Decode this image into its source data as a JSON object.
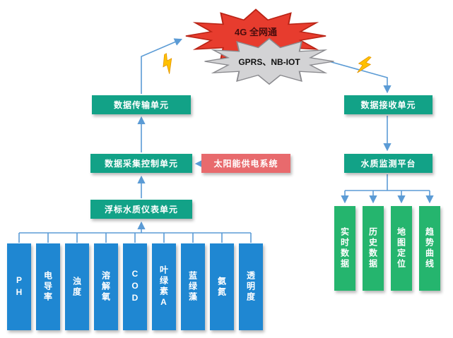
{
  "bursts": {
    "network_4g": {
      "label": "4G 全网通"
    },
    "gprs": {
      "label": "GPRS、NB-IOT"
    }
  },
  "nodes": {
    "transmission": {
      "label": "数据传输单元"
    },
    "receiving": {
      "label": "数据接收单元"
    },
    "acquisition": {
      "label": "数据采集控制单元"
    },
    "solar": {
      "label": "太阳能供电系统"
    },
    "buoy": {
      "label": "浮标水质仪表单元"
    },
    "platform": {
      "label": "水质监测平台"
    }
  },
  "sensors": [
    {
      "label": "PH"
    },
    {
      "label": "电导率"
    },
    {
      "label": "浊度"
    },
    {
      "label": "溶解氧"
    },
    {
      "label": "COD"
    },
    {
      "label": "叶绿素A"
    },
    {
      "label": "蓝绿藻"
    },
    {
      "label": "氨氮"
    },
    {
      "label": "透明度"
    }
  ],
  "platform_modules": [
    {
      "label": "实时数据"
    },
    {
      "label": "历史数据"
    },
    {
      "label": "地图定位"
    },
    {
      "label": "趋势曲线"
    }
  ],
  "colors": {
    "node_teal": "#12a287",
    "sensor_blue": "#1f87d2",
    "module_green": "#25b56e",
    "solar_red": "#e86a6d",
    "burst_red": "#e73c2e",
    "burst_gray": "#d3d3d5",
    "connector_blue": "#5b9bd5",
    "lightning_yellow": "#ffc000"
  }
}
